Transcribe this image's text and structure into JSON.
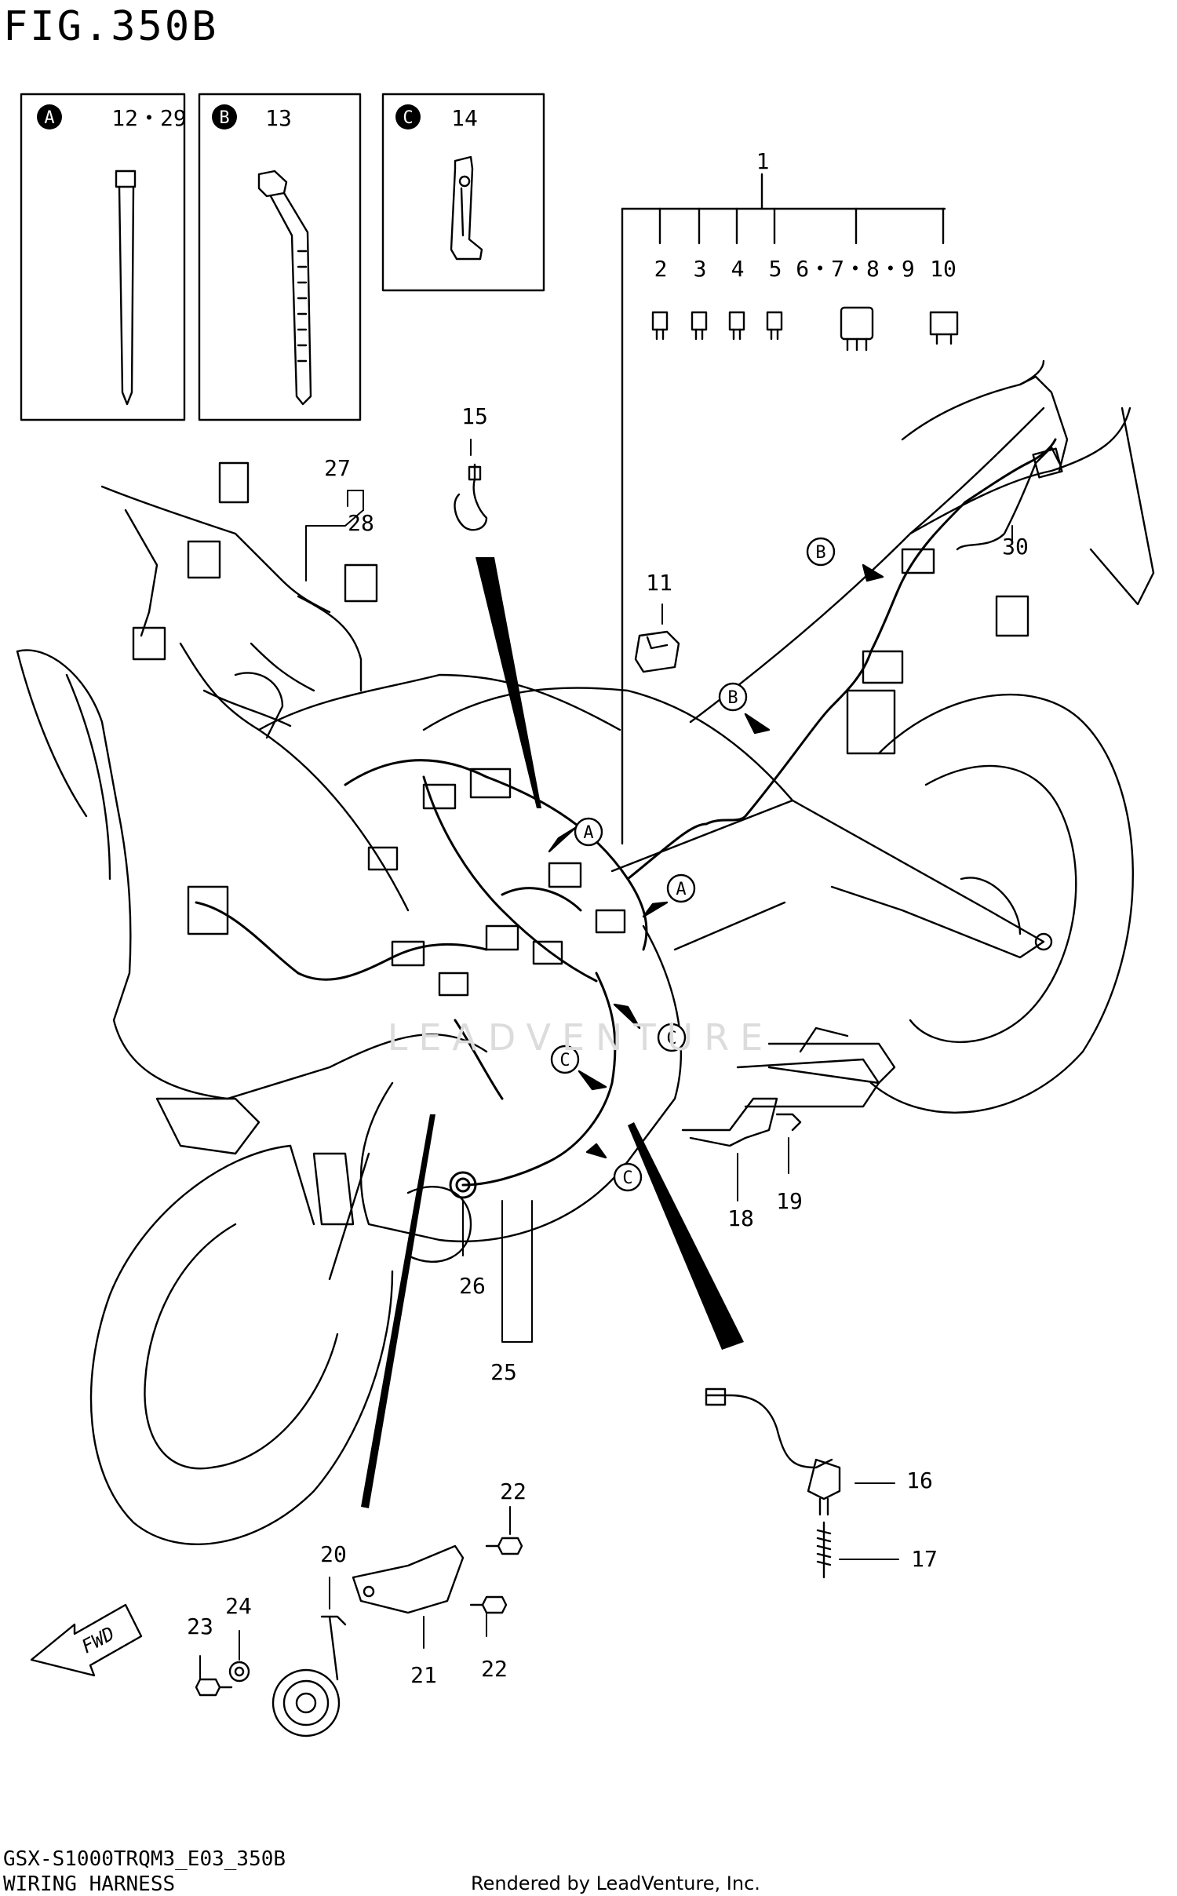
{
  "figure_title": "FIG.350B",
  "footer": {
    "code": "GSX-S1000TRQM3_E03_350B",
    "name": "WIRING HARNESS",
    "rendered_by": "Rendered by LeadVenture, Inc."
  },
  "watermark": "LEADVENTURE",
  "insets": [
    {
      "letter": "A",
      "part": "12・29"
    },
    {
      "letter": "B",
      "part": "13"
    },
    {
      "letter": "C",
      "part": "14"
    }
  ],
  "callouts": {
    "c1": "1",
    "c2": "2",
    "c3": "3",
    "c4": "4",
    "c5": "5",
    "c6789": "6・7・8・9",
    "c10": "10",
    "c11": "11",
    "c15": "15",
    "c16": "16",
    "c17": "17",
    "c18": "18",
    "c19": "19",
    "c20": "20",
    "c21": "21",
    "c22a": "22",
    "c22b": "22",
    "c23": "23",
    "c24": "24",
    "c25": "25",
    "c26": "26",
    "c27": "27",
    "c28": "28",
    "c30": "30"
  },
  "markers": {
    "mA1": "A",
    "mA2": "A",
    "mB1": "B",
    "mB2": "B",
    "mC1": "C",
    "mC2": "C",
    "mC3": "C"
  },
  "fwd_label": "FWD"
}
